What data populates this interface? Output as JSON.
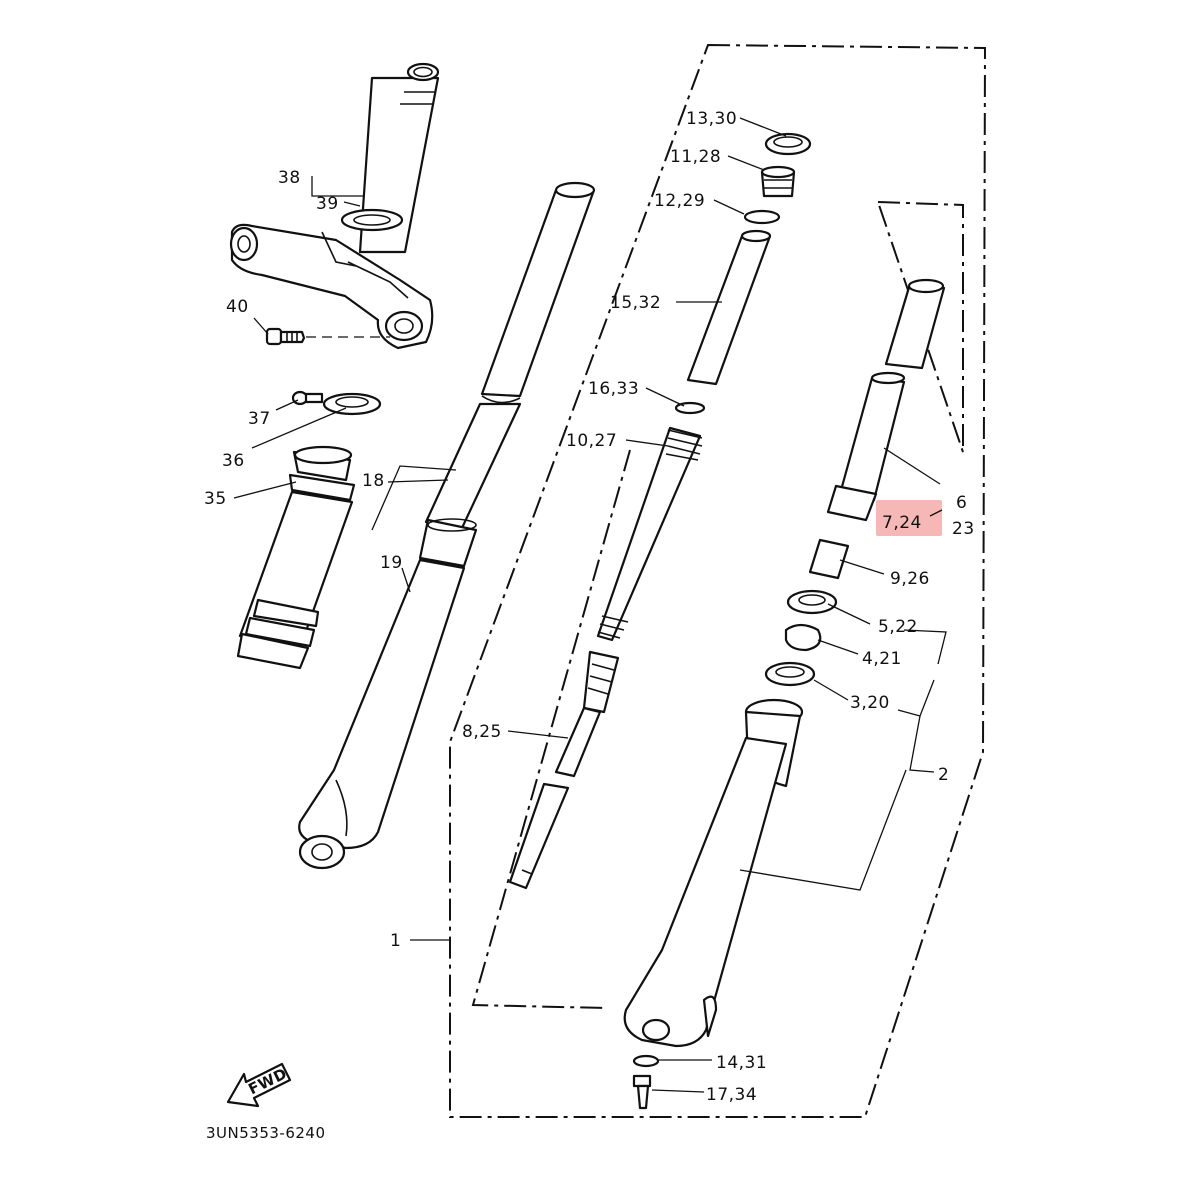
{
  "diagram": {
    "highlight_color": "#f4aaaa",
    "line_color": "#111111",
    "drawing_code": "3UN5353-6240",
    "fwd_label": "FWD",
    "labels": {
      "l1": "1",
      "l2": "2",
      "l3_20": "3,20",
      "l4_21": "4,21",
      "l5_22": "5,22",
      "l6": "6",
      "l7_24": "7,24",
      "l8_25": "8,25",
      "l9_26": "9,26",
      "l10_27": "10,27",
      "l11_28": "11,28",
      "l12_29": "12,29",
      "l13_30": "13,30",
      "l14_31": "14,31",
      "l15_32": "15,32",
      "l16_33": "16,33",
      "l17_34": "17,34",
      "l18": "18",
      "l19": "19",
      "l23": "23",
      "l35": "35",
      "l36": "36",
      "l37": "37",
      "l38": "38",
      "l39": "39",
      "l40": "40"
    },
    "highlighted_label": "7,24"
  }
}
